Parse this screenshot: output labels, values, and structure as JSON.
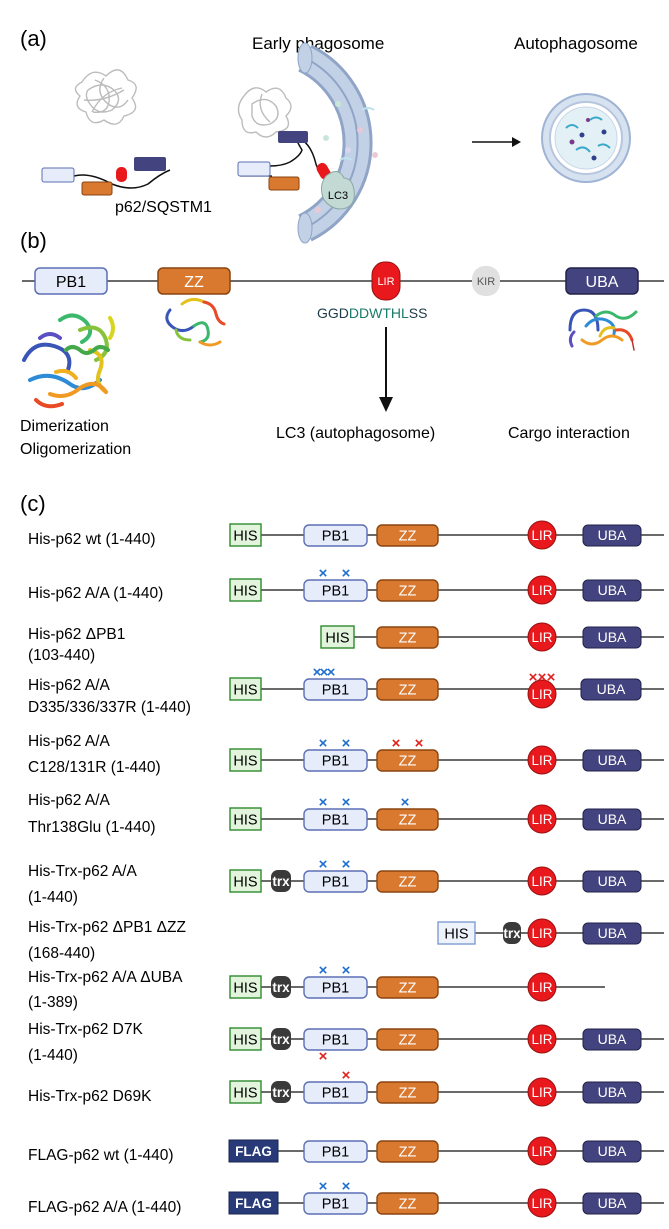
{
  "panel_a": {
    "letter": "(a)",
    "early_phagosome": "Early phagosome",
    "autophagosome": "Autophagosome",
    "p62_label": "p62/SQSTM1",
    "lc3_label": "LC3"
  },
  "panel_b": {
    "letter": "(b)",
    "domains": {
      "pb1": "PB1",
      "zz": "ZZ",
      "lir": "LIR",
      "kir": "KIR",
      "uba": "UBA"
    },
    "lir_seq_prefix": "GGD",
    "lir_seq_core": "DDWTHL",
    "lir_seq_suffix": "SS",
    "dimerization": "Dimerization",
    "oligomerization": "Oligomerization",
    "lc3_target": "LC3 (autophagosome)",
    "cargo": "Cargo interaction"
  },
  "panel_c": {
    "letter": "(c)",
    "tags": {
      "his": "HIS",
      "trx": "trx",
      "flag": "FLAG"
    },
    "domains": {
      "pb1": "PB1",
      "zz": "ZZ",
      "lir": "LIR",
      "uba": "UBA"
    },
    "mutation_mark": "×",
    "constructs": [
      {
        "label": [
          "His-p62 wt (1-440)"
        ]
      },
      {
        "label": [
          "His-p62 A/A (1-440)"
        ]
      },
      {
        "label": [
          "His-p62 ΔPB1",
          "(103-440)"
        ]
      },
      {
        "label": [
          "His-p62 A/A",
          "D335/336/337R (1-440)"
        ]
      },
      {
        "label": [
          "His-p62 A/A",
          "C128/131R (1-440)"
        ]
      },
      {
        "label": [
          "His-p62 A/A",
          "Thr138Glu (1-440)"
        ]
      },
      {
        "label": [
          "His-Trx-p62 A/A",
          "(1-440)"
        ]
      },
      {
        "label": [
          "His-Trx-p62 ΔPB1 ΔZZ",
          "(168-440)"
        ]
      },
      {
        "label": [
          "His-Trx-p62 A/A ΔUBA",
          "(1-389)"
        ]
      },
      {
        "label": [
          "His-Trx-p62 D7K",
          "(1-440)"
        ]
      },
      {
        "label": [
          "His-Trx-p62 D69K"
        ]
      },
      {
        "label": [
          "FLAG-p62 wt (1-440)"
        ]
      },
      {
        "label": [
          "FLAG-p62 A/A (1-440)"
        ]
      }
    ]
  },
  "colors": {
    "pb1_fill": "#e6ecfa",
    "pb1_stroke": "#5b6fb5",
    "zz_fill": "#d9782f",
    "zz_stroke": "#8a4510",
    "lir_fill": "#e8181c",
    "uba_fill": "#43437f",
    "his_fill": "#e2f4dc",
    "his_stroke": "#2d8a2d",
    "trx_fill": "#3a3a3a",
    "flag_fill": "#283a78",
    "kir_fill": "#e0e0e0",
    "mut_blue": "#1f6fcf",
    "mut_red": "#e0201e",
    "membrane": "#b3c4de",
    "seq_teal": "#1a7a6a"
  }
}
